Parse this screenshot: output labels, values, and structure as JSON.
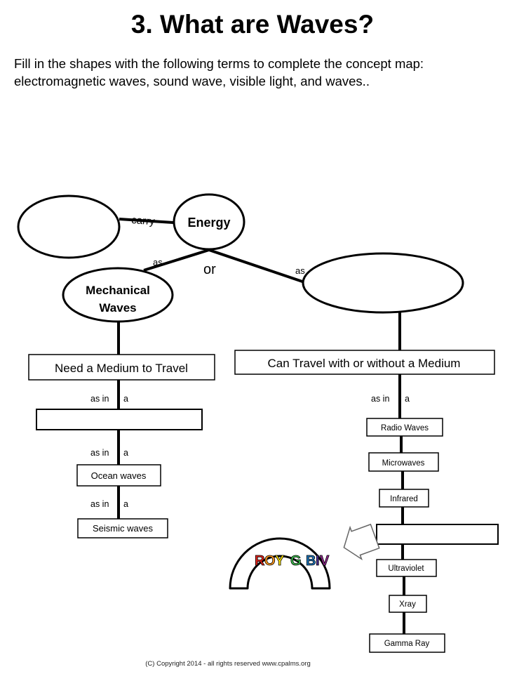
{
  "title": "3. What are Waves?",
  "instructions": "Fill in the shapes with the following terms to complete the concept map: electromagnetic waves, sound wave, visible light, and waves..",
  "copyright": "(C) Copyright 2014 - all rights reserved www.cpalms.org",
  "nodes": {
    "energy": "Energy",
    "mechanical_line1": "Mechanical",
    "mechanical_line2": "Waves",
    "need_medium": "Need a Medium to Travel",
    "can_travel": "Can Travel with or without a Medium",
    "ocean": "Ocean waves",
    "seismic": "Seismic waves",
    "radio": "Radio Waves",
    "microwaves": "Microwaves",
    "infrared": "Infrared",
    "ultraviolet": "Ultraviolet",
    "xray": "Xray",
    "gamma": "Gamma Ray"
  },
  "links": {
    "carry": "carry",
    "or": "or",
    "as_left": "as",
    "as_right": "as",
    "as_in_1": "as in",
    "a_1": "a",
    "as_in_2": "as in",
    "a_2": "a",
    "as_in_3": "as in",
    "a_3": "a",
    "as_in_4": "as in",
    "a_4": "a"
  },
  "rainbow": {
    "letters": [
      "R",
      "O",
      "Y",
      "G",
      "B",
      "I",
      "V"
    ],
    "colors": [
      "#e2231a",
      "#f7941d",
      "#ffe600",
      "#39b54a",
      "#1c75bc",
      "#4b2c91",
      "#92278f"
    ]
  }
}
